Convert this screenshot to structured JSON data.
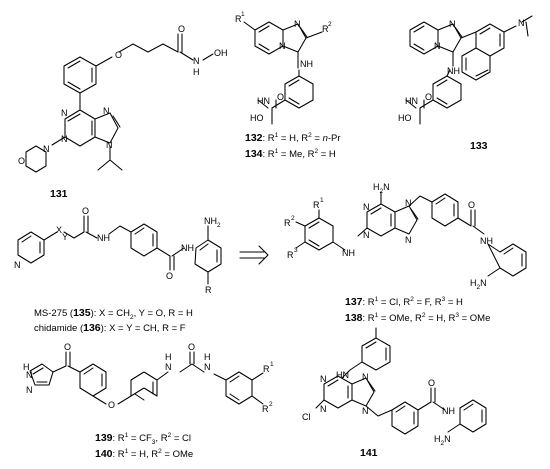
{
  "labels": {
    "c131": "131",
    "c133": "133",
    "c141": "141",
    "c132_num": "132",
    "c132_r": ": R",
    "c132_mid": " = H, R",
    "c132_end": " = ",
    "c132_npr": "n",
    "c132_pr": "-Pr",
    "c134_num": "134",
    "c134_r": ": R",
    "c134_mid": " = Me, R",
    "c134_end": " = H",
    "ms275_a": "MS-275 (",
    "ms275_num": "135",
    "ms275_b": "): X = CH",
    "ms275_c": ", Y = O, R = H",
    "chid_a": "chidamide (",
    "chid_num": "136",
    "chid_b": "): X = Y = CH, R = F",
    "c137_num": "137",
    "c137_r": ": R",
    "c137_a": " = Cl, R",
    "c137_b": " = F, R",
    "c137_c": " = H",
    "c138_num": "138",
    "c138_r": ": R",
    "c138_a": " = OMe, R",
    "c138_b": " = H, R",
    "c138_c": " = OMe",
    "c139_num": "139",
    "c139_r": ": R",
    "c139_a": " = CF",
    "c139_b": ", R",
    "c139_c": " = Cl",
    "c140_num": "140",
    "c140_r": ": R",
    "c140_a": " = H, R",
    "c140_b": " = OMe",
    "sup1": "1",
    "sup2": "2",
    "sup3": "3",
    "subscript2": "2",
    "subscript3": "3"
  },
  "atoms": {
    "O": "O",
    "N": "N",
    "H": "H",
    "NH": "NH",
    "NH2": "NH",
    "HN": "HN",
    "H2N": "H",
    "N_ch3": "N",
    "Cl": "Cl",
    "X": "X",
    "Y": "Y",
    "R": "R",
    "R1": "R",
    "R2": "R",
    "R3": "R",
    "two": "2",
    "arrow": "⟹"
  }
}
